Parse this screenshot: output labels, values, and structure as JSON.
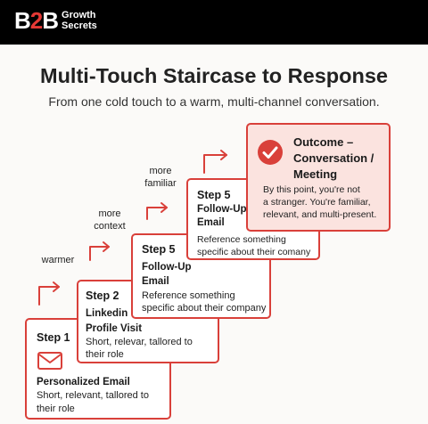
{
  "brand": {
    "b2b_b1": "B",
    "b2b_two": "2",
    "b2b_b2": "B",
    "tagline_line1": "Growth",
    "tagline_line2": "Secrets"
  },
  "header": {
    "title": "Multi-Touch Staircase to Response",
    "subtitle": "From one cold touch to a warm, multi-channel conversation."
  },
  "steps": [
    {
      "step": "Step 1",
      "name": "Personalized Email",
      "description_line1": "Short, relevant, tallored to",
      "description_line2": "their role",
      "icon": "envelope-icon"
    },
    {
      "step": "Step 2",
      "name_line1": "Linkedin",
      "name_line2": "Profile Visit",
      "description_line1": "Short, relevar, tallored to",
      "description_line2": "their role"
    },
    {
      "step": "Step 5",
      "name_line1": "Follow-Up",
      "name_line2": "Email",
      "description_line1": "Reference something",
      "description_line2": "specific about their company"
    },
    {
      "step": "Step 5",
      "name_line1": "Follow-Up",
      "name_line2": "Email",
      "description_line1": "Reference something",
      "description_line2": "specific about their comany"
    }
  ],
  "outcome": {
    "title_line1": "Outcome –",
    "title_line2": "Conversation /",
    "title_line3": "Meeting",
    "desc_line1": "By this point, you're not",
    "desc_line2": "a stranger. You're familiar,",
    "desc_line3": "relevant, and multi-present.",
    "icon": "check-circle-icon"
  },
  "transitions": [
    {
      "line1": "warmer"
    },
    {
      "line1": "more",
      "line2": "context"
    },
    {
      "line1": "more",
      "line2": "familiar"
    }
  ],
  "colors": {
    "accent": "#d9403a",
    "outcome_fill": "#fbe3df",
    "topbar": "#000000"
  }
}
